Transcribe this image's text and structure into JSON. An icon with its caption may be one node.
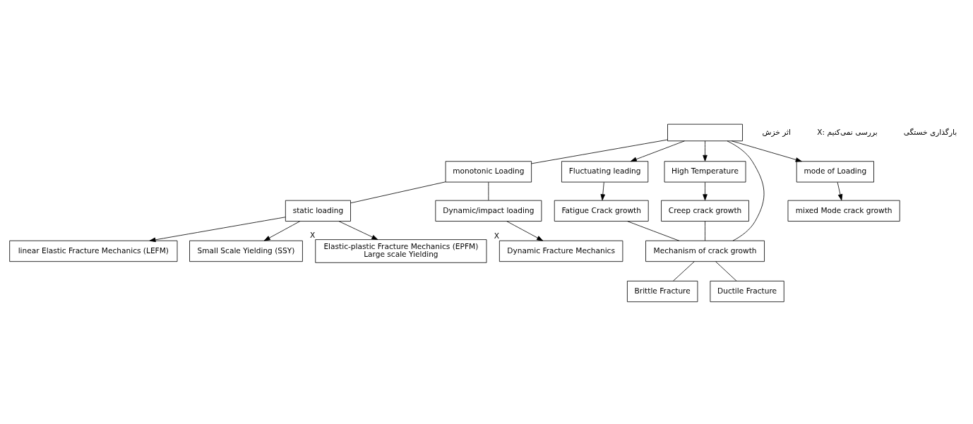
{
  "diagram": {
    "nodes": [
      {
        "text": [],
        "shape": "box"
      },
      {
        "text": [
          "monotonic Loading"
        ]
      },
      {
        "text": [
          "Fluctuating leading"
        ]
      },
      {
        "text": [
          "High Temperature"
        ]
      },
      {
        "text": [
          "static loading"
        ]
      },
      {
        "text": [
          "Dynamic/impact loading"
        ]
      },
      {
        "text": [
          "Fatigue Crack growth"
        ]
      },
      {
        "text": [
          "Creep crack growth"
        ]
      },
      {
        "text": [
          "linear Elastic Fracture Mechanics (LEFM)"
        ]
      },
      {
        "text": [
          "Small Scale Yielding (SSY)"
        ]
      },
      {
        "text": [
          "Elastic-plastic Fracture Mechanics (EPFM)",
          "Large scale Yielding"
        ],
        "beside": [
          "X"
        ]
      },
      {
        "text": [
          "Dynamic Fracture Mechanics"
        ],
        "beside": [
          "X"
        ]
      },
      {
        "text": [
          "Mechanism of crack growth"
        ]
      },
      {
        "text": [
          "mode of Loading"
        ]
      },
      {
        "text": [
          "Brittle Fracture"
        ]
      },
      {
        "text": [
          "Ductile Fracture"
        ]
      },
      {
        "text": [
          "mixed Mode crack growth"
        ]
      }
    ],
    "edges": [
      {
        "from": 0,
        "to": 1,
        "arrow": "none"
      },
      {
        "from": 0,
        "to": 2,
        "arrow": "to"
      },
      {
        "from": 0,
        "to": 3,
        "arrow": "to"
      },
      {
        "from": 0,
        "to": 13,
        "arrow": "to"
      },
      {
        "from": 0,
        "to": 12,
        "arrow": "none"
      },
      {
        "from": 1,
        "to": 4,
        "arrow": "none"
      },
      {
        "from": 1,
        "to": 5,
        "arrow": "none"
      },
      {
        "from": 2,
        "to": 6,
        "arrow": "to"
      },
      {
        "from": 3,
        "to": 7,
        "arrow": "to"
      },
      {
        "from": 4,
        "to": 8,
        "arrow": "to"
      },
      {
        "from": 4,
        "to": 9,
        "arrow": "to"
      },
      {
        "from": 4,
        "to": 10,
        "arrow": "to"
      },
      {
        "from": 5,
        "to": 11,
        "arrow": "to"
      },
      {
        "from": 6,
        "to": 12,
        "arrow": "none"
      },
      {
        "from": 7,
        "to": 12,
        "arrow": "none"
      },
      {
        "from": 12,
        "to": 14,
        "arrow": "none"
      },
      {
        "from": 12,
        "to": 15,
        "arrow": "none"
      },
      {
        "from": 13,
        "to": 16,
        "arrow": "to"
      }
    ],
    "labels": [
      "اثر خزش",
      "X: بررسی نمی‌کنیم",
      "بارگذاری خستگی"
    ]
  }
}
